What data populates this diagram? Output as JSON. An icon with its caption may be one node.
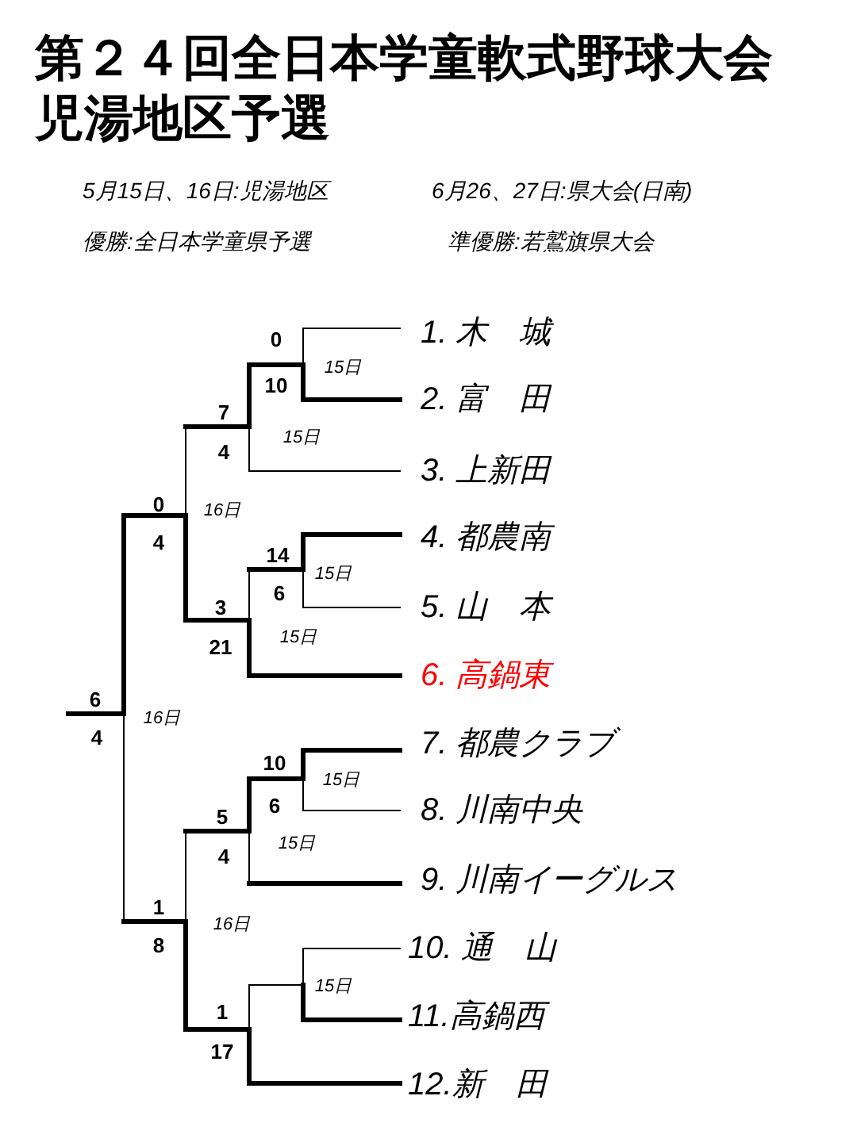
{
  "diagram": {
    "title": "第２４回全日本学童軟式野球大会児湯地区予選",
    "nodes": [
      {
        "text": [
          "1. 木　城"
        ]
      },
      {
        "text": [
          "2. 富　田"
        ]
      },
      {
        "text": [
          "3. 上新田"
        ]
      },
      {
        "text": [
          "4. 都農南"
        ]
      },
      {
        "text": [
          "5. 山　本"
        ]
      },
      {
        "text": [
          "6. 高鍋東"
        ]
      },
      {
        "text": [
          "7. 都農クラブ"
        ]
      },
      {
        "text": [
          "8. 川南中央"
        ]
      },
      {
        "text": [
          "9. 川南イーグルス"
        ]
      },
      {
        "text": [
          "10. 通　山"
        ]
      },
      {
        "text": [
          "11.高鍋西"
        ]
      },
      {
        "text": [
          "12.新　田"
        ]
      }
    ],
    "labels": [
      "5月15日、16日:児湯地区",
      "6月26、27日:県大会(日南)",
      "優勝:全日本学童県予選",
      "準優勝:若鷲旗県大会",
      "0",
      "10",
      "15日",
      "7",
      "15日",
      "4",
      "0",
      "16日",
      "4",
      "14",
      "15日",
      "6",
      "3",
      "15日",
      "21",
      "6",
      "16日",
      "4",
      "10",
      "15日",
      "6",
      "5",
      "15日",
      "4",
      "1",
      "16日",
      "8",
      "15日",
      "1",
      "17"
    ]
  }
}
